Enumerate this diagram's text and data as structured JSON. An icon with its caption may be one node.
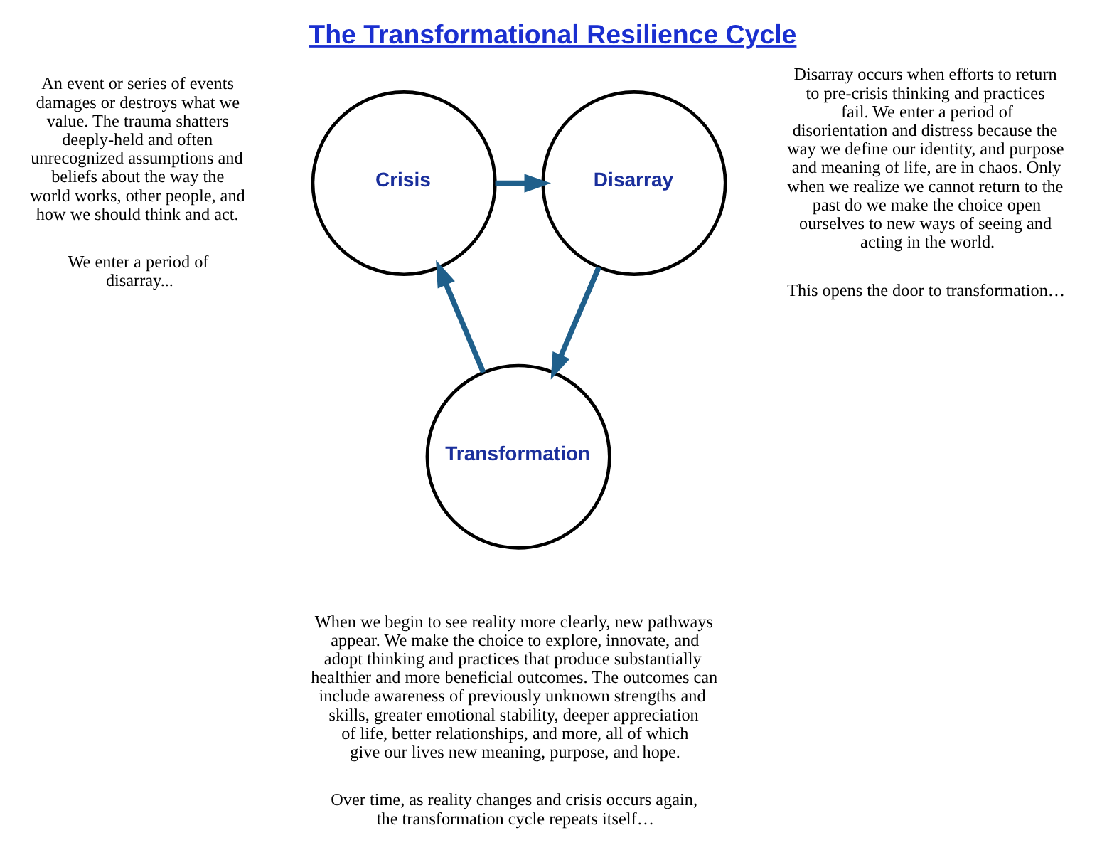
{
  "diagram": {
    "title": "The Transformational Resilience Cycle",
    "nodes": [
      {
        "text": [
          "Crisis"
        ]
      },
      {
        "text": [
          "Disarray"
        ]
      },
      {
        "text": [
          "Transformation"
        ]
      }
    ],
    "edges": [
      {
        "from": 0,
        "to": 1,
        "arrow": "to"
      },
      {
        "from": 1,
        "to": 2,
        "arrow": "to"
      },
      {
        "from": 2,
        "to": 0,
        "arrow": "to"
      }
    ],
    "labels": [
      "An event or series of events damages or destroys what we value. The trauma shatters deeply-held and often unrecognized assumptions and beliefs about the way the world works, other people, and how we should think and act.",
      "We enter a period of disarray...",
      "Disarray occurs when efforts to return to pre-crisis thinking and practices fail. We enter a period of disorientation and distress because the way we define our identity, and purpose and meaning of life, are in chaos. Only when we realize we cannot return to the past do we make the choice open ourselves to new ways of seeing and acting in the world.",
      "This opens the door to transformation…",
      "When we begin to see reality more clearly, new pathways appear. We make the choice to explore, innovate, and adopt thinking and practices that produce substantially healthier and more beneficial outcomes. The outcomes can include awareness of previously unknown strengths and skills, greater emotional stability, deeper appreciation of life, better relationships, and more, all of which give our lives new meaning, purpose, and hope.",
      "Over time, as reality changes and crisis occurs again, the transformation cycle repeats itself…"
    ]
  }
}
